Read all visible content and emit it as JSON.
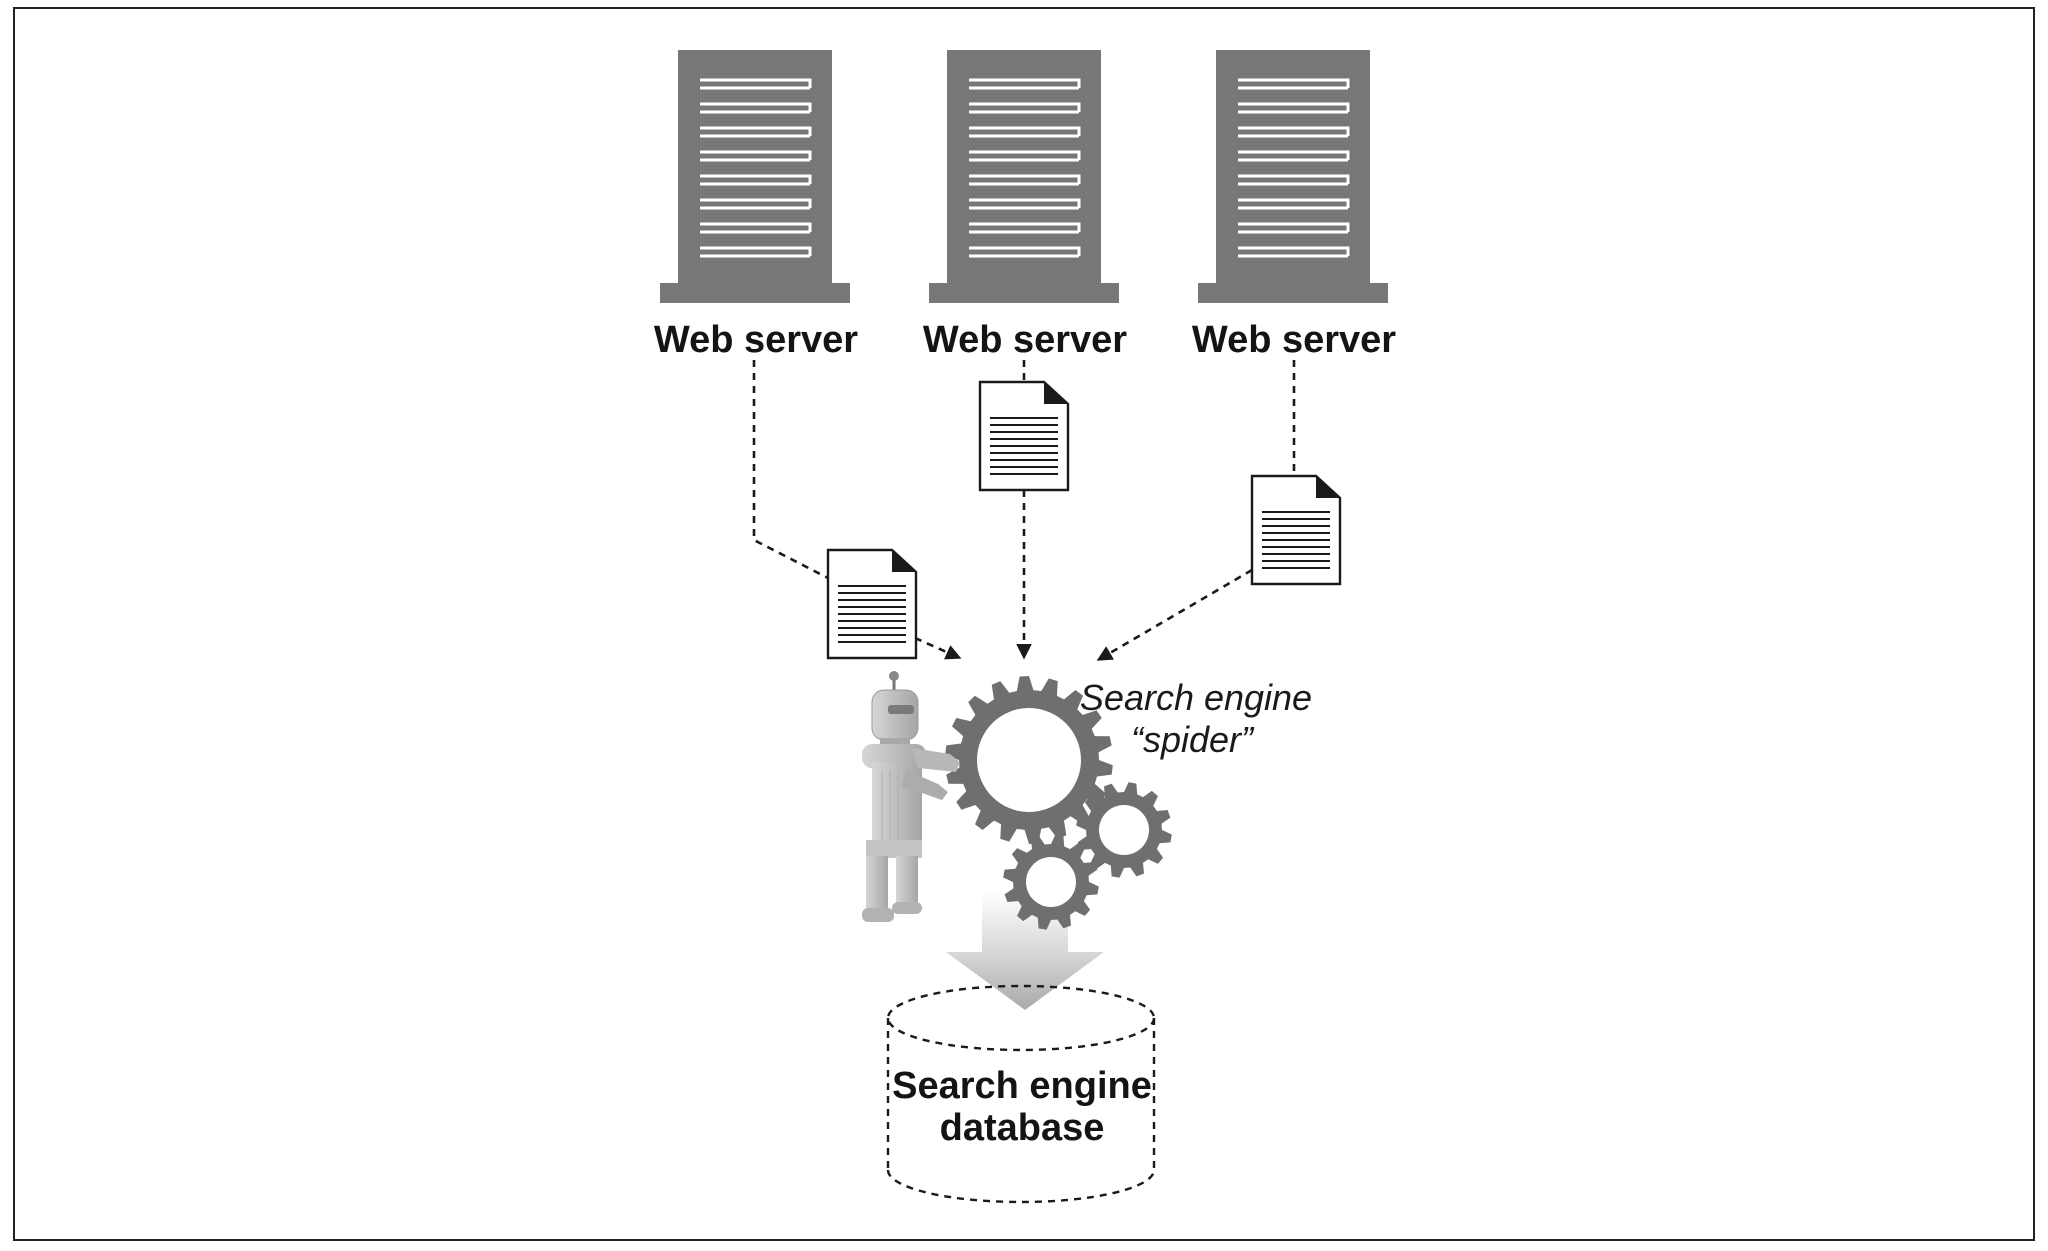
{
  "servers": [
    {
      "label": "Web server"
    },
    {
      "label": "Web server"
    },
    {
      "label": "Web server"
    }
  ],
  "spider": {
    "line1": "Search engine",
    "line2": "“spider”"
  },
  "database": {
    "line1": "Search engine",
    "line2": "database"
  },
  "colors": {
    "server": "#777777",
    "gear": "#6f6f6f",
    "ink": "#141414",
    "robot": "#bdbdbd"
  },
  "icons": [
    "server-icon",
    "document-icon",
    "gear-icon",
    "robot-icon",
    "database-cylinder-icon",
    "down-arrow-icon"
  ]
}
